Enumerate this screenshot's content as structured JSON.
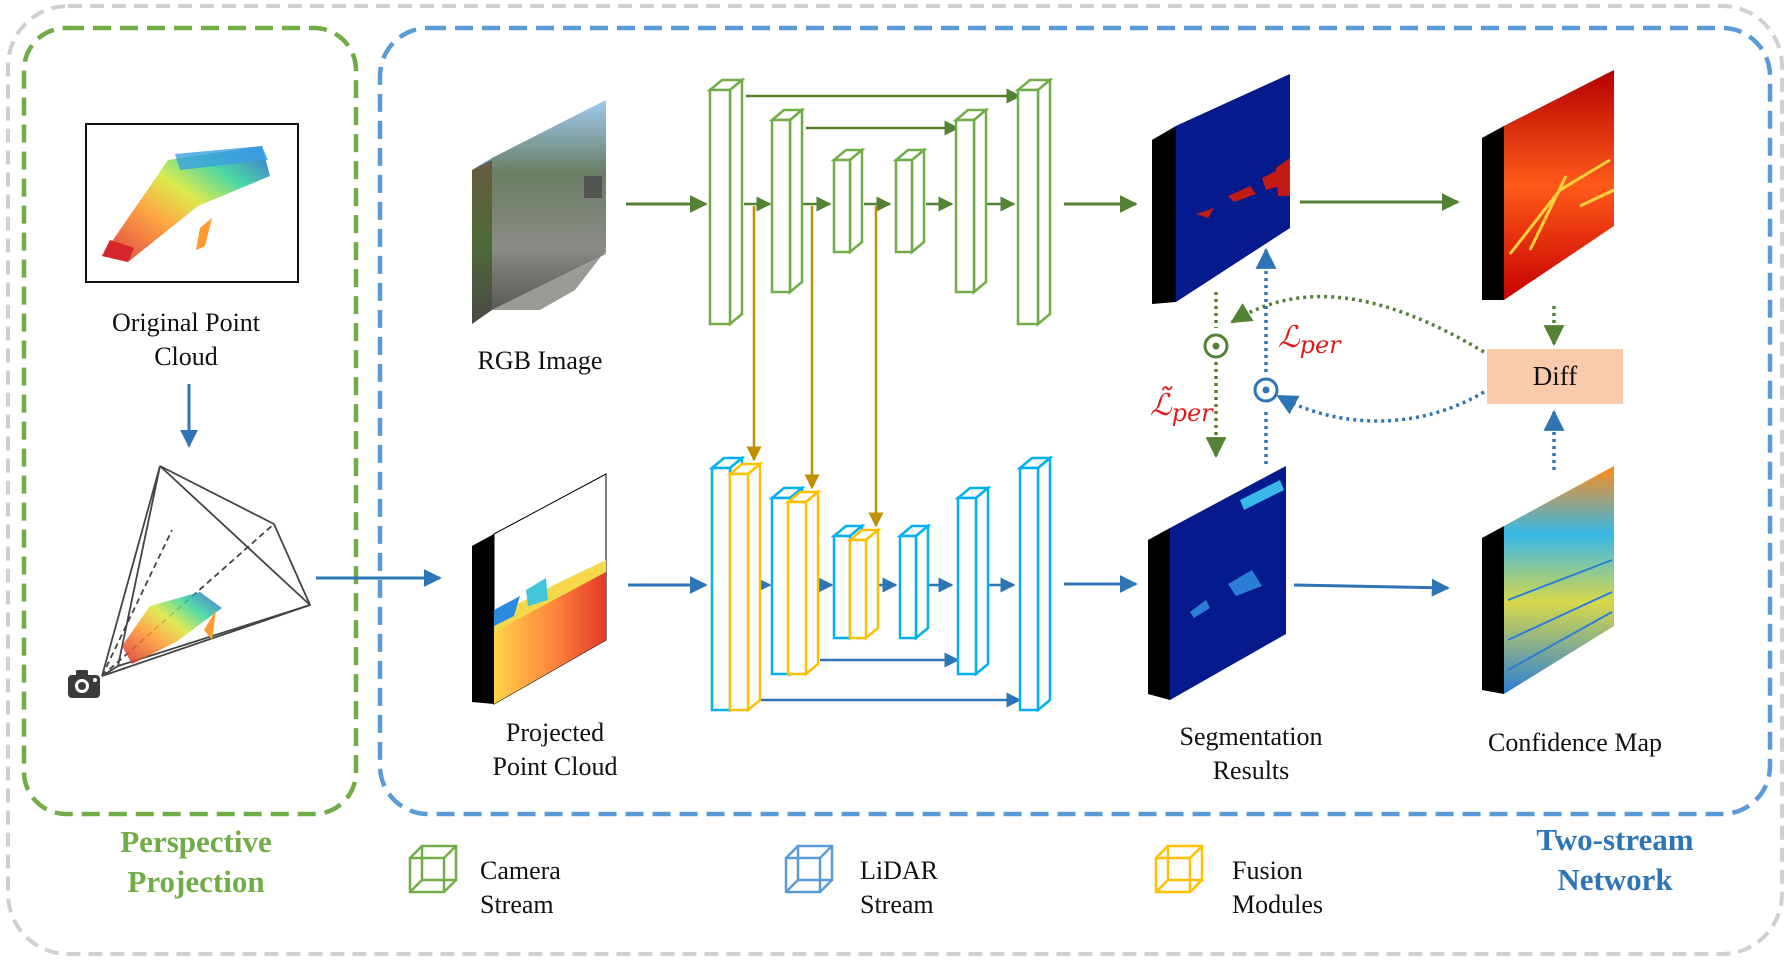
{
  "sections": {
    "perspective_title": "Perspective Projection",
    "network_title": "Two-stream Network"
  },
  "labels": {
    "original_point_cloud": "Original Point Cloud",
    "rgb_image": "RGB Image",
    "projected_point_cloud": "Projected Point Cloud",
    "segmentation_results": "Segmentation Results",
    "confidence_map": "Confidence Map",
    "diff": "Diff"
  },
  "losses": {
    "loss_per": "ℒ",
    "loss_per_tilde": "ℒ̃",
    "subscript": "per"
  },
  "legend": {
    "camera": "Camera Stream",
    "lidar": "LiDAR Stream",
    "fusion": "Fusion Modules"
  },
  "colors": {
    "camera_green": "#70ad47",
    "lidar_blue": "#00b0f0",
    "fusion_yellow": "#ffc000",
    "perspective_border": "#70ad47",
    "network_border": "#5b9bd5",
    "arrow_green": "#548235",
    "arrow_blue": "#2e75b6",
    "arrow_gold": "#bf9000",
    "loss_red": "#e31a1c",
    "diff_fill": "#f8cbad"
  },
  "icons": [
    "camera-icon",
    "cube-icon"
  ]
}
